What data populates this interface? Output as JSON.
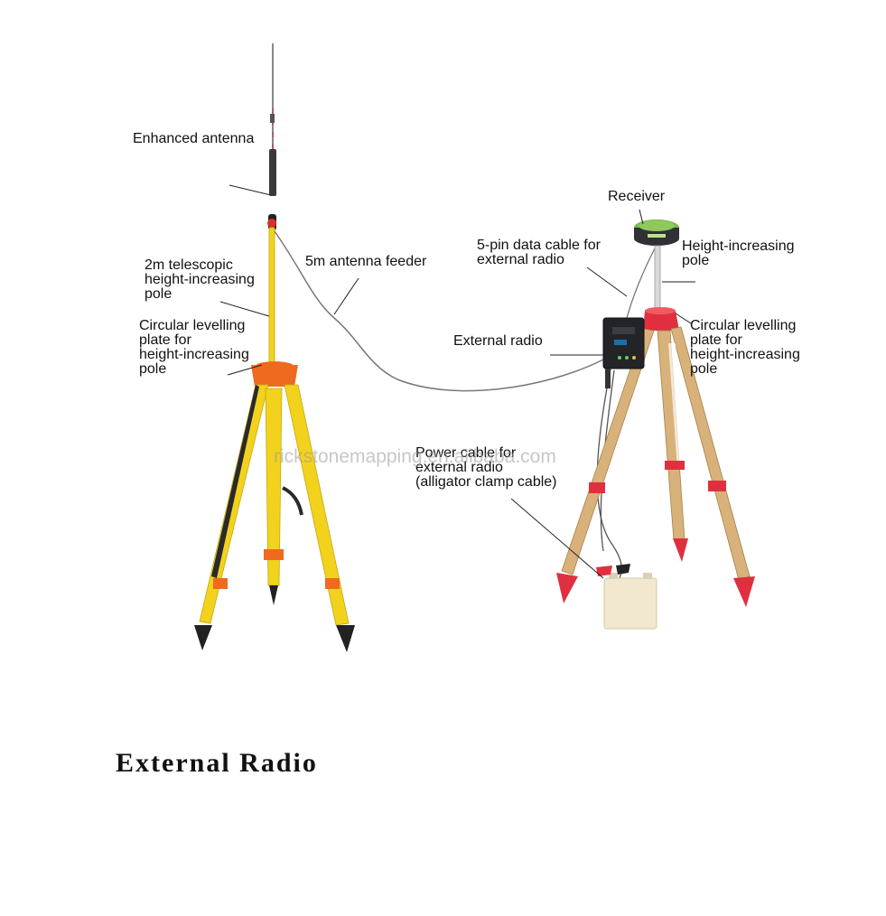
{
  "labels": {
    "enhanced_antenna": "Enhanced antenna",
    "telescopic_pole": "2m telescopic\nheight-increasing\npole",
    "levelling_left": "Circular levelling\nplate for\nheight-increasing\npole",
    "antenna_feeder": "5m antenna feeder",
    "receiver": "Receiver",
    "data_cable": "5-pin data cable for\nexternal radio",
    "height_pole_right": "Height-increasing\npole",
    "external_radio": "External radio",
    "levelling_right": "Circular levelling\nplate for\nheight-increasing\npole",
    "power_cable": "Power cable for\nexternal radio\n(alligator clamp cable)"
  },
  "watermark": "rickstonemapping.en.alibaba.com",
  "caption": "External Radio",
  "colors": {
    "yellow_tripod": "#f2d21c",
    "orange_parts": "#ef6a1e",
    "wood_tripod": "#d8b27a",
    "red_parts": "#e0303f",
    "receiver_green": "#7ab84a",
    "radio_body": "#222428",
    "battery": "#f1e8cf",
    "cable": "#777777"
  }
}
